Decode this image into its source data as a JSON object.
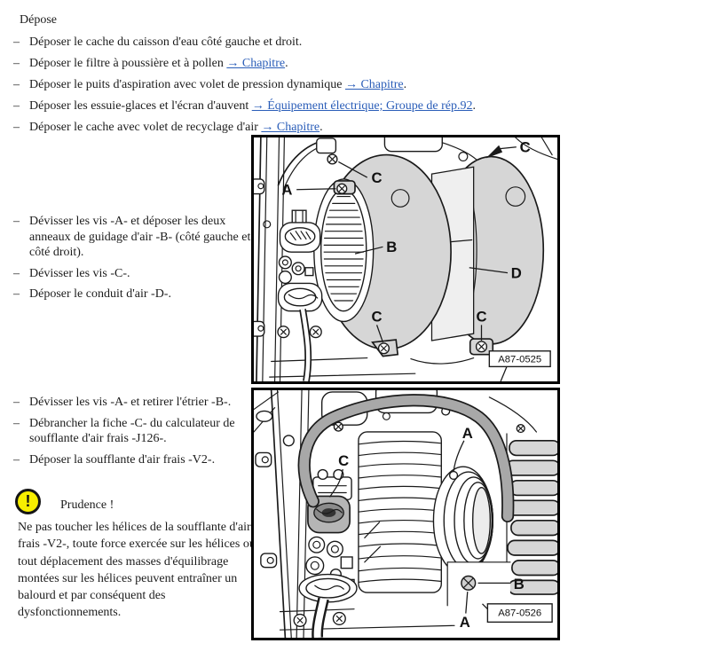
{
  "title": "Dépose",
  "list_marker": "–",
  "colors": {
    "link_blue": "#2a5db8",
    "warning_yellow": "#f7ee00",
    "diagram_gray": "#d6d6d6",
    "strap_gray": "#a8a8a8",
    "text": "#1c1c1c"
  },
  "intro": {
    "items": [
      {
        "before": "Déposer le cache du caisson d'eau côté gauche et droit.",
        "link": "",
        "after": ""
      },
      {
        "before": "Déposer le filtre à poussière et à pollen ",
        "link": "→ Chapitre",
        "after": "."
      },
      {
        "before": "Déposer le puits d'aspiration avec volet de pression dynamique ",
        "link": "→ Chapitre",
        "after": "."
      },
      {
        "before": "Déposer les essuie-glaces et l'écran d'auvent ",
        "link": "→ Équipement électrique; Groupe de rép.92",
        "after": "."
      },
      {
        "before": "Déposer le cache avec volet de recyclage d'air ",
        "link": "→ Chapitre",
        "after": "."
      }
    ]
  },
  "steps1": {
    "items": [
      "Dévisser les vis -A- et déposer les deux anneaux de guidage d'air -B- (côté gauche et côté droit).",
      "Dévisser les vis -C-.",
      "Déposer le conduit d'air -D-."
    ]
  },
  "steps2": {
    "items": [
      "Dévisser les vis -A- et retirer l'étrier -B-.",
      "Débrancher la fiche -C- du calculateur de soufflante d'air frais -J126-.",
      "Déposer la soufflante d'air frais -V2-."
    ]
  },
  "warning": {
    "icon_glyph": "!",
    "title": "Prudence !",
    "body": "Ne pas toucher les hélices de la soufflante d'air frais -V2-, toute force exercée sur les hélices ou tout déplacement des masses d'équilibrage montées sur les hélices peuvent entraîner un balourd et par conséquent des dysfonctionnements."
  },
  "diagram1": {
    "ref": "A87-0525",
    "callouts": {
      "c_top": "C",
      "c_top_right": "C",
      "a": "A",
      "b": "B",
      "d": "D",
      "c_bottom_left": "C",
      "c_bottom_right": "C"
    }
  },
  "diagram2": {
    "ref": "A87-0526",
    "callouts": {
      "a_top": "A",
      "c": "C",
      "b": "B",
      "a_bottom": "A"
    }
  }
}
